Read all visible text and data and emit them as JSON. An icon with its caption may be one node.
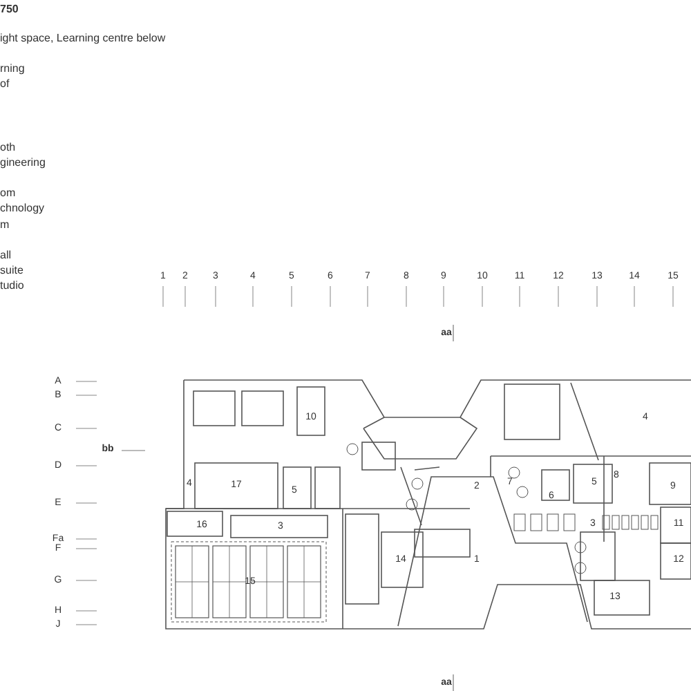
{
  "diagram": {
    "labels": [
      "750",
      "ight space, Learning centre below",
      "rning",
      "of",
      "oth",
      "gineering",
      "om",
      "chnology",
      "m",
      "all",
      "suite",
      "tudio",
      "1",
      "2",
      "3",
      "4",
      "5",
      "6",
      "7",
      "8",
      "9",
      "10",
      "11",
      "12",
      "13",
      "14",
      "15",
      "aa",
      "A",
      "B",
      "C",
      "bb",
      "D",
      "E",
      "Fa",
      "F",
      "G",
      "H",
      "J",
      "10",
      "4",
      "4",
      "17",
      "5",
      "2",
      "7",
      "6",
      "5",
      "8",
      "9",
      "16",
      "3",
      "3",
      "11",
      "14",
      "1",
      "12",
      "15",
      "13",
      "aa"
    ]
  }
}
